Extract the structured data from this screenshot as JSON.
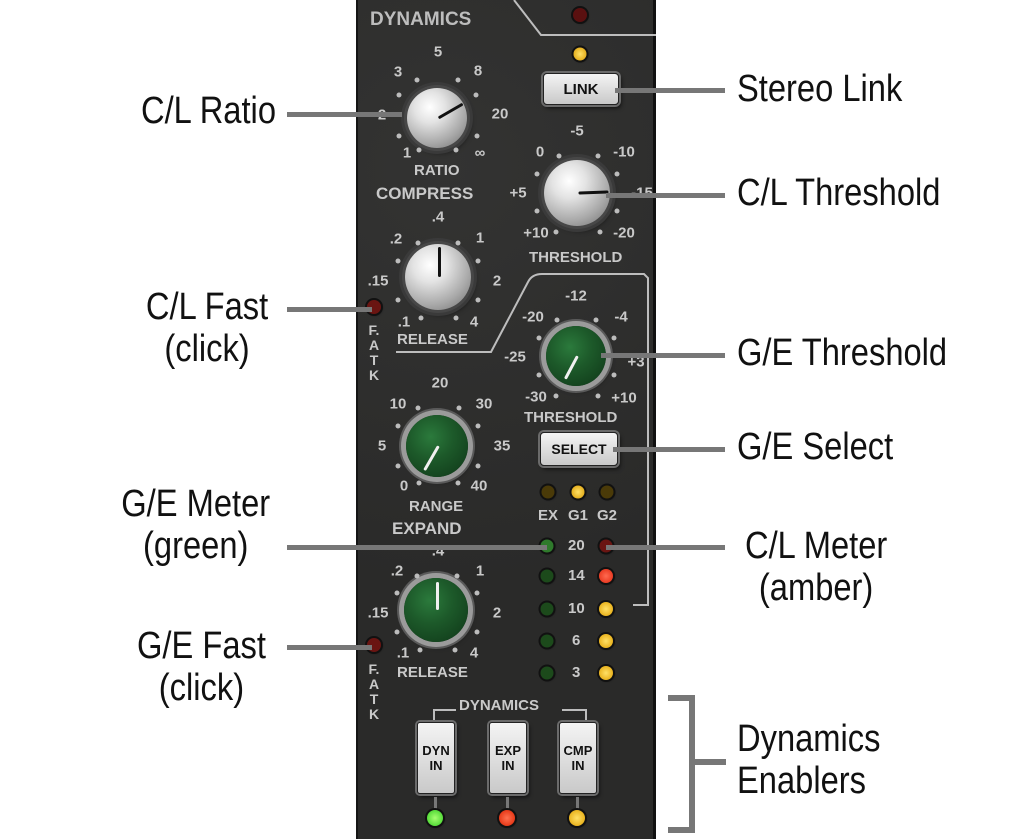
{
  "panel": {
    "section_title": "DYNAMICS",
    "link_button": "LINK",
    "select_button": "SELECT",
    "compress_label": "COMPRESS",
    "expand_label": "EXPAND",
    "fatk_top": [
      "F.",
      "A",
      "T",
      "K"
    ],
    "fatk_bottom": [
      "F.",
      "A",
      "T",
      "K"
    ],
    "ratio": {
      "name": "RATIO",
      "ticks": [
        "1",
        "2",
        "3",
        "5",
        "8",
        "20",
        "∞"
      ]
    },
    "comp_release": {
      "name": "RELEASE",
      "ticks": [
        ".1",
        ".15",
        ".2",
        ".4",
        "1",
        "2",
        "4"
      ]
    },
    "comp_threshold": {
      "name": "THRESHOLD",
      "ticks": [
        "+10",
        "+5",
        "0",
        "-5",
        "-10",
        "-15",
        "-20"
      ]
    },
    "gate_threshold": {
      "name": "THRESHOLD",
      "ticks": [
        "-30",
        "-25",
        "-20",
        "-12",
        "-4",
        "+3",
        "+10"
      ]
    },
    "range": {
      "name": "RANGE",
      "ticks": [
        "0",
        "5",
        "10",
        "20",
        "30",
        "35",
        "40"
      ]
    },
    "gate_release": {
      "name": "RELEASE",
      "ticks": [
        ".1",
        ".15",
        ".2",
        ".4",
        "1",
        "2",
        "4"
      ]
    },
    "mode_leds": [
      "EX",
      "G1",
      "G2"
    ],
    "meter_scale": [
      "20",
      "14",
      "10",
      "6",
      "3"
    ],
    "enablers_title": "DYNAMICS",
    "enablers": [
      {
        "top": "DYN",
        "bottom": "IN",
        "led": "#33cc22"
      },
      {
        "top": "EXP",
        "bottom": "IN",
        "led": "#dd2200"
      },
      {
        "top": "CMP",
        "bottom": "IN",
        "led": "#e0a000"
      }
    ]
  },
  "callouts": {
    "cl_ratio": "C/L Ratio",
    "cl_fast": [
      "C/L Fast",
      "(click)"
    ],
    "ge_meter": [
      "G/E Meter",
      "(green)"
    ],
    "ge_fast": [
      "G/E Fast",
      "(click)"
    ],
    "stereo_link": "Stereo Link",
    "cl_threshold": "C/L Threshold",
    "ge_threshold": "G/E Threshold",
    "ge_select": "G/E Select",
    "cl_meter": [
      "C/L Meter",
      "(amber)"
    ],
    "dynamics_enablers": [
      "Dynamics",
      "Enablers"
    ]
  },
  "colors": {
    "led_amber": "#e8b000",
    "led_red": "#e02810",
    "led_green": "#2d6b2a",
    "led_off_red": "#6a1512"
  }
}
